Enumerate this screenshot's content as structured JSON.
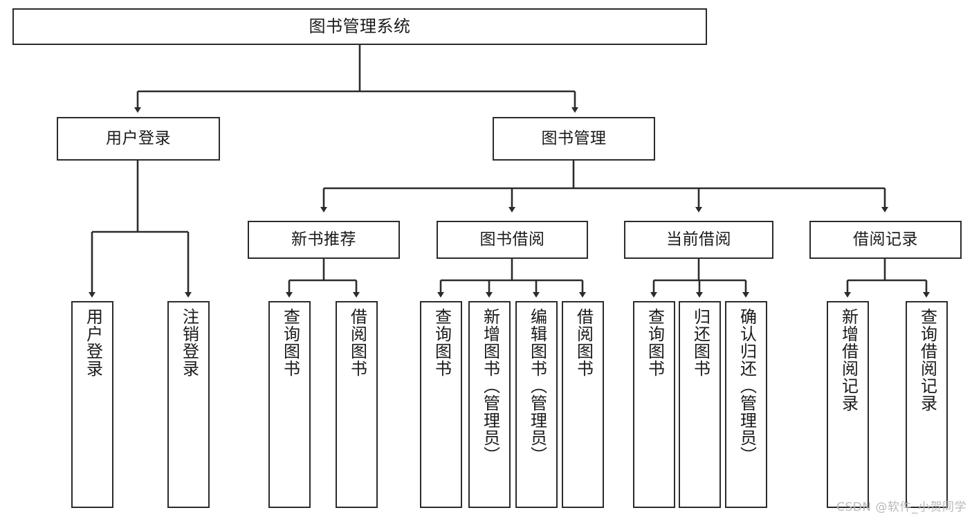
{
  "diagram": {
    "title": "图书管理系统",
    "type": "tree-hierarchy-diagram",
    "root": {
      "label": "图书管理系统"
    },
    "level2": [
      {
        "label": "用户登录"
      },
      {
        "label": "图书管理"
      }
    ],
    "level3": [
      {
        "label": "新书推荐"
      },
      {
        "label": "图书借阅"
      },
      {
        "label": "当前借阅"
      },
      {
        "label": "借阅记录"
      }
    ],
    "leaves": [
      {
        "label": "用户登录",
        "parent": "用户登录"
      },
      {
        "label": "注销登录",
        "parent": "用户登录"
      },
      {
        "label": "查询图书",
        "parent": "新书推荐"
      },
      {
        "label": "借阅图书",
        "parent": "新书推荐"
      },
      {
        "label": "查询图书",
        "parent": "图书借阅"
      },
      {
        "label": "新增图书（管理员）",
        "parent": "图书借阅"
      },
      {
        "label": "编辑图书（管理员）",
        "parent": "图书借阅"
      },
      {
        "label": "借阅图书",
        "parent": "图书借阅"
      },
      {
        "label": "查询图书",
        "parent": "当前借阅"
      },
      {
        "label": "归还图书",
        "parent": "当前借阅"
      },
      {
        "label": "确认归还（管理员）",
        "parent": "当前借阅"
      },
      {
        "label": "新增借阅记录",
        "parent": "借阅记录"
      },
      {
        "label": "查询借阅记录",
        "parent": "借阅记录"
      }
    ]
  },
  "watermark": {
    "text": "CSDN @软件_小贺同学"
  },
  "colors": {
    "stroke": "#2b2b2b",
    "background": "#ffffff",
    "text": "#1a1a1a",
    "watermark": "#b9b9b9"
  }
}
